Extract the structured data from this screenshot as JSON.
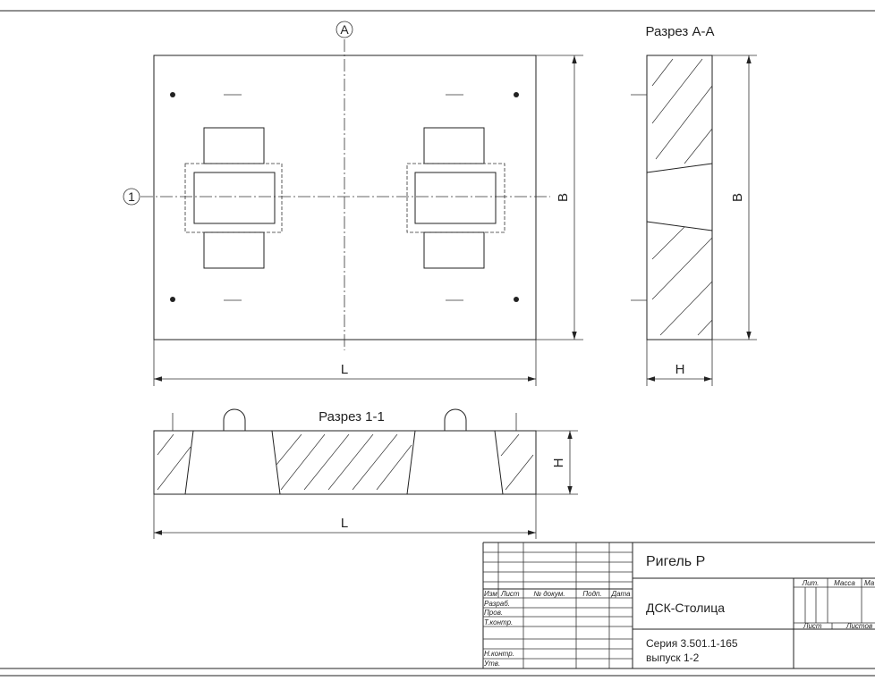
{
  "views": {
    "section_aa": {
      "title": "Разрез А-А",
      "dim_b": "B",
      "dim_h": "H"
    },
    "section_11": {
      "title": "Разрез 1-1",
      "dim_h": "H",
      "dim_l": "L"
    },
    "plan": {
      "axis_a": "А",
      "axis_1": "1",
      "dim_l": "L",
      "dim_b": "B"
    }
  },
  "title_block": {
    "columns": [
      "Изм",
      "Лист",
      "№ докум.",
      "Подп.",
      "Дата"
    ],
    "roles": [
      "Разраб.",
      "Пров.",
      "Т.контр.",
      "Н.контр.",
      "Утв."
    ],
    "name": "Ригель Р",
    "org": "ДСК-Столица",
    "series": "Серия 3.501.1-165",
    "issue": "выпуск 1-2",
    "lit": "Лит.",
    "mass": "Масса",
    "scale": "Ма",
    "sheet": "Лист",
    "sheets": "Листов"
  }
}
